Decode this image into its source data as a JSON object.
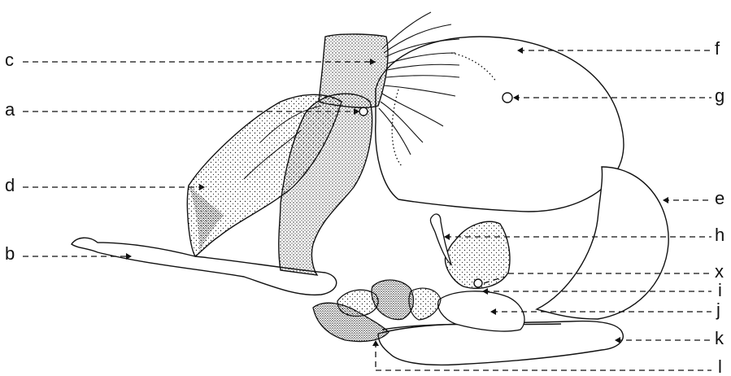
{
  "figure": {
    "labels": {
      "a": "a",
      "b": "b",
      "c": "c",
      "d": "d",
      "e": "e",
      "f": "f",
      "g": "g",
      "h": "h",
      "i": "i",
      "j": "j",
      "k": "k",
      "l": "l",
      "x": "x"
    },
    "colors": {
      "ink": "#111111",
      "stipple": "#222222",
      "background": "#ffffff"
    }
  }
}
